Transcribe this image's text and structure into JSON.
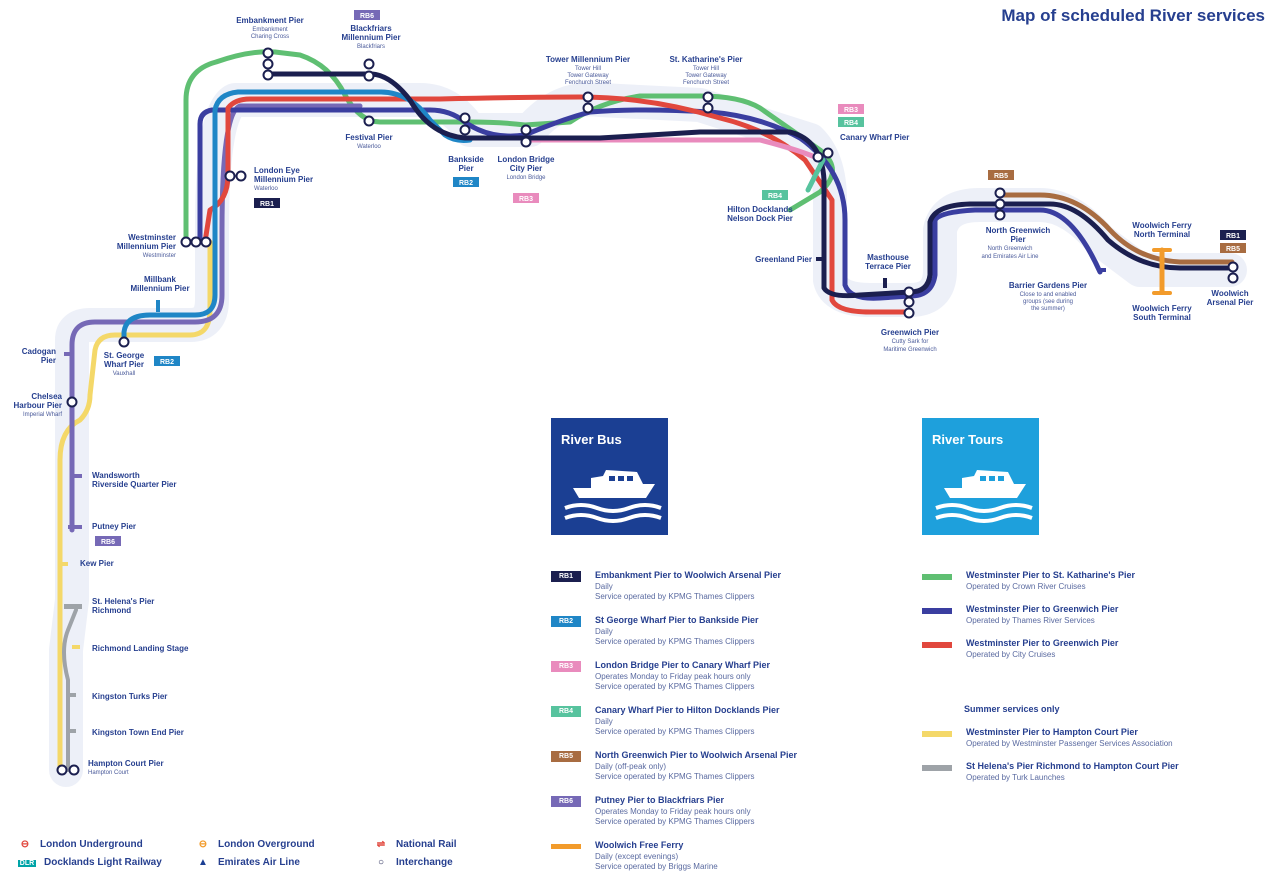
{
  "title": "Map of scheduled River services",
  "colors": {
    "rb1": "#1b1f4f",
    "rb2": "#1f86c6",
    "rb3": "#e98bbd",
    "rb4": "#57c39e",
    "rb5": "#a86c41",
    "rb6": "#7669b6",
    "ferry": "#f29b2b",
    "green": "#5fbf72",
    "blue_purple": "#3a3ea0",
    "red": "#e1473d",
    "yellow": "#f4d869",
    "grey": "#9ea3a8",
    "river_bus": "#1b3f93",
    "river_tours": "#1ea0dc"
  },
  "piers": {
    "embankment": {
      "name": "Embankment Pier",
      "sub": "Embankment",
      "sub2": "Charing Cross"
    },
    "blackfriars": {
      "badge": "RB6",
      "name": "Blackfriars",
      "name2": "Millennium Pier",
      "sub": "Blackfriars"
    },
    "tower": {
      "name": "Tower Millennium Pier",
      "sub": "Tower Hill",
      "sub2": "Tower Gateway",
      "sub3": "Fenchurch Street"
    },
    "st_katharine": {
      "name": "St. Katharine's Pier",
      "sub": "Tower Hill",
      "sub2": "Tower Gateway",
      "sub3": "Fenchurch Street"
    },
    "festival": {
      "name": "Festival Pier",
      "sub": "Waterloo"
    },
    "bankside": {
      "name": "Bankside",
      "name2": "Pier",
      "badge": "RB2"
    },
    "london_bridge": {
      "name": "London Bridge",
      "name2": "City Pier",
      "sub": "London Bridge",
      "badge": "RB3"
    },
    "london_eye": {
      "name": "London Eye",
      "name2": "Millennium Pier",
      "sub": "Waterloo",
      "badge": "RB1"
    },
    "westminster": {
      "name": "Westminster",
      "name2": "Millennium Pier",
      "sub": "Westminster"
    },
    "millbank": {
      "name": "Millbank",
      "name2": "Millennium Pier"
    },
    "st_george": {
      "name": "St. George",
      "name2": "Wharf Pier",
      "sub": "Vauxhall",
      "badge": "RB2"
    },
    "cadogan": {
      "name": "Cadogan",
      "name2": "Pier"
    },
    "chelsea": {
      "name": "Chelsea",
      "name2": "Harbour Pier",
      "sub": "Imperial Wharf"
    },
    "wandsworth": {
      "name": "Wandsworth",
      "name2": "Riverside Quarter Pier"
    },
    "putney": {
      "name": "Putney Pier",
      "badge": "RB6"
    },
    "kew": {
      "name": "Kew Pier"
    },
    "st_helenas": {
      "name": "St. Helena's Pier",
      "name2": "Richmond"
    },
    "richmond": {
      "name": "Richmond Landing Stage"
    },
    "kingston_turks": {
      "name": "Kingston Turks Pier"
    },
    "kingston_town": {
      "name": "Kingston Town End Pier"
    },
    "hampton": {
      "name": "Hampton Court Pier",
      "sub": "Hampton Court"
    },
    "canary": {
      "name": "Canary Wharf Pier",
      "badge1": "RB3",
      "badge2": "RB4"
    },
    "hilton": {
      "name": "Hilton Docklands",
      "name2": "Nelson Dock Pier",
      "badge": "RB4"
    },
    "greenland": {
      "name": "Greenland Pier"
    },
    "masthouse": {
      "name": "Masthouse",
      "name2": "Terrace Pier"
    },
    "greenwich": {
      "name": "Greenwich Pier",
      "sub": "Cutty Sark for",
      "sub2": "Maritime Greenwich"
    },
    "north_greenwich": {
      "name": "North Greenwich",
      "name2": "Pier",
      "sub": "North Greenwich",
      "sub2": "and Emirates Air Line",
      "badge": "RB5"
    },
    "barrier": {
      "name": "Barrier Gardens Pier",
      "sub": "Close to and enabled",
      "sub2": "groups (see during",
      "sub3": "the summer)"
    },
    "woolwich_north": {
      "name": "Woolwich Ferry",
      "name2": "North Terminal"
    },
    "woolwich_south": {
      "name": "Woolwich Ferry",
      "name2": "South Terminal"
    },
    "woolwich_arsenal": {
      "name": "Woolwich",
      "name2": "Arsenal Pier",
      "badge1": "RB1",
      "badge2": "RB5"
    }
  },
  "cards": {
    "river_bus": "River Bus",
    "river_tours": "River Tours"
  },
  "routes_left": [
    {
      "code": "RB1",
      "color": "#1b1f4f",
      "title": "Embankment Pier to Woolwich Arsenal Pier",
      "d1": "Daily",
      "d2": "Service operated by KPMG Thames Clippers"
    },
    {
      "code": "RB2",
      "color": "#1f86c6",
      "title": "St George Wharf Pier to Bankside Pier",
      "d1": "Daily",
      "d2": "Service operated by KPMG Thames Clippers"
    },
    {
      "code": "RB3",
      "color": "#e98bbd",
      "title": "London Bridge Pier to Canary Wharf Pier",
      "d1": "Operates Monday to Friday peak hours only",
      "d2": "Service operated by KPMG Thames Clippers"
    },
    {
      "code": "RB4",
      "color": "#57c39e",
      "title": "Canary Wharf Pier to Hilton Docklands Pier",
      "d1": "Daily",
      "d2": "Service operated by KPMG Thames Clippers"
    },
    {
      "code": "RB5",
      "color": "#a86c41",
      "title": "North Greenwich Pier to Woolwich Arsenal Pier",
      "d1": "Daily (off-peak only)",
      "d2": "Service operated by KPMG Thames Clippers"
    },
    {
      "code": "RB6",
      "color": "#7669b6",
      "title": "Putney Pier to Blackfriars Pier",
      "d1": "Operates Monday to Friday peak hours only",
      "d2": "Service operated by KPMG Thames Clippers"
    },
    {
      "code": "",
      "color": "#f29b2b",
      "title": "Woolwich Free Ferry",
      "d1": "Daily (except evenings)",
      "d2": "Service operated by Briggs Marine"
    }
  ],
  "routes_right": [
    {
      "color": "#5fbf72",
      "title": "Westminster Pier to St. Katharine's Pier",
      "d1": "Operated by Crown River Cruises"
    },
    {
      "color": "#3a3ea0",
      "title": "Westminster Pier to Greenwich Pier",
      "d1": "Operated by Thames River Services"
    },
    {
      "color": "#e1473d",
      "title": "Westminster Pier to Greenwich Pier",
      "d1": "Operated by City Cruises"
    }
  ],
  "summer_label": "Summer services only",
  "routes_summer": [
    {
      "color": "#f4d869",
      "title": "Westminster Pier to Hampton Court Pier",
      "d1": "Operated by Westminster Passenger Services Association"
    },
    {
      "color": "#9ea3a8",
      "title": "St Helena's Pier Richmond to Hampton Court Pier",
      "d1": "Operated by Turk Launches"
    }
  ],
  "key": [
    {
      "icon": "underground-icon",
      "glyph": "⊖",
      "color": "#e1473d",
      "label": "London Underground"
    },
    {
      "icon": "overground-icon",
      "glyph": "⊖",
      "color": "#f29b2b",
      "label": "London Overground"
    },
    {
      "icon": "national-rail-icon",
      "glyph": "⇌",
      "color": "#e1473d",
      "label": "National Rail"
    },
    {
      "icon": "dlr-icon",
      "glyph": "DLR",
      "color": "#00a4a7",
      "label": "Docklands Light Railway"
    },
    {
      "icon": "air-line-icon",
      "glyph": "▲",
      "color": "#1b3f93",
      "label": "Emirates Air Line"
    },
    {
      "icon": "interchange-icon",
      "glyph": "○",
      "color": "#1b1f4f",
      "label": "Interchange"
    }
  ]
}
